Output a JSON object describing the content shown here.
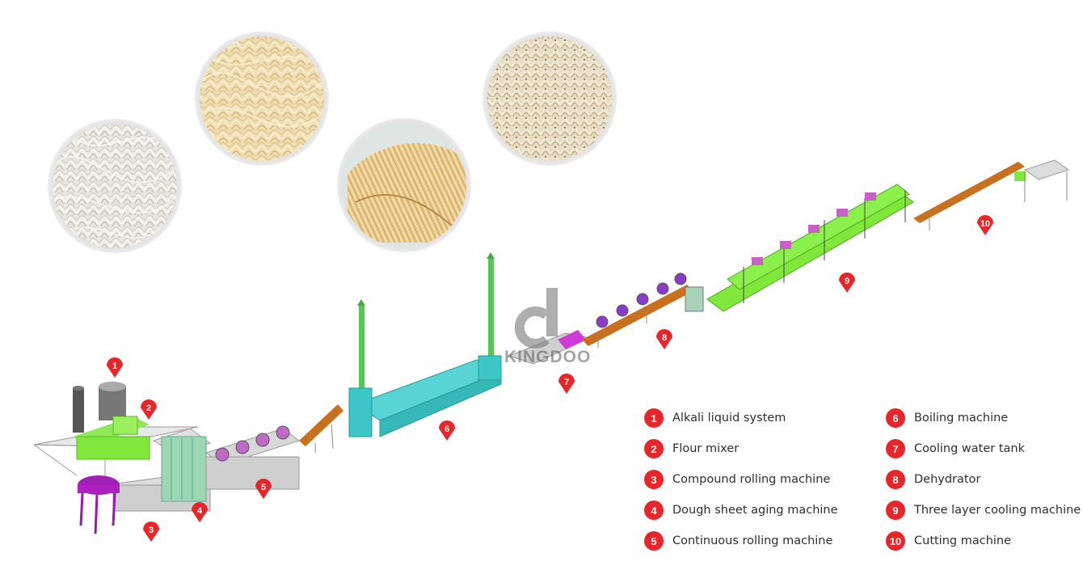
{
  "brand": {
    "logo_text": "KINGDOO"
  },
  "colors": {
    "marker_red": "#e8262a",
    "machine_green": "#7fe83a",
    "boiler_teal": "#3cc6c6",
    "conveyor_orange": "#c8701e",
    "mixer_magenta": "#b020c0",
    "frame_gray": "#b8b8b8"
  },
  "photos": [
    {
      "name": "dried-white-noodles"
    },
    {
      "name": "fresh-noodles"
    },
    {
      "name": "noodle-bundles"
    },
    {
      "name": "fried-noodles"
    }
  ],
  "markers": [
    {
      "num": "1"
    },
    {
      "num": "2"
    },
    {
      "num": "3"
    },
    {
      "num": "4"
    },
    {
      "num": "5"
    },
    {
      "num": "6"
    },
    {
      "num": "7"
    },
    {
      "num": "8"
    },
    {
      "num": "9"
    },
    {
      "num": "10"
    }
  ],
  "legend": {
    "items": [
      {
        "num": "1",
        "label": "Alkali liquid system"
      },
      {
        "num": "2",
        "label": "Flour mixer"
      },
      {
        "num": "3",
        "label": "Compound rolling machine"
      },
      {
        "num": "4",
        "label": "Dough sheet aging machine"
      },
      {
        "num": "5",
        "label": "Continuous rolling machine"
      },
      {
        "num": "6",
        "label": "Boiling machine"
      },
      {
        "num": "7",
        "label": "Cooling water tank"
      },
      {
        "num": "8",
        "label": "Dehydrator"
      },
      {
        "num": "9",
        "label": "Three layer cooling machine"
      },
      {
        "num": "10",
        "label": "Cutting machine"
      }
    ]
  }
}
